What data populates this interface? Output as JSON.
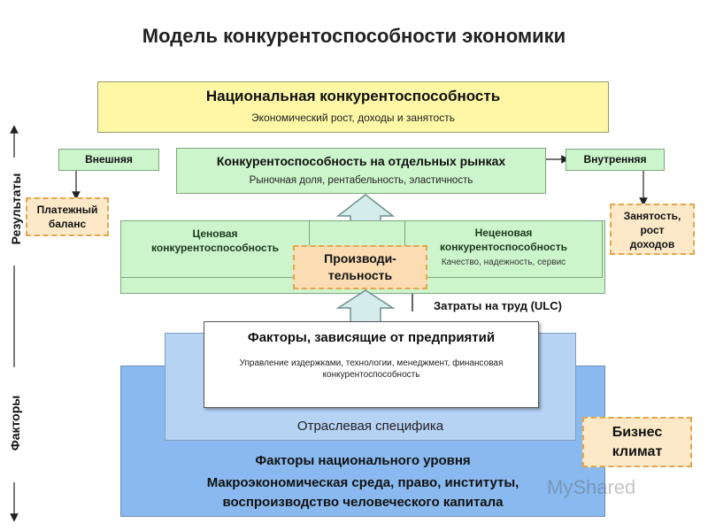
{
  "title": "Модель конкурентоспособности экономики",
  "national": {
    "title": "Национальная конкурентоспособность",
    "subtitle": "Экономический рост, доходы и занятость"
  },
  "markets": {
    "title": "Конкурентоспособность на отдельных рынках",
    "subtitle": "Рыночная доля, рентабельность, эластичность"
  },
  "external": {
    "label": "Внешняя"
  },
  "internal": {
    "label": "Внутренняя"
  },
  "balance": {
    "label": "Платежный баланс"
  },
  "employment": {
    "label": "Занятость, рост доходов"
  },
  "price": {
    "label": "Ценовая конкурентоспособность"
  },
  "nonprice": {
    "label": "Неценовая конкурентоспособность",
    "subtitle": "Качество, надежность, сервис"
  },
  "productivity": {
    "label": "Производи-тельность"
  },
  "ulc": {
    "label": "Затраты на труд (ULC)"
  },
  "enterprise": {
    "title": "Факторы, зависящие от предприятий",
    "subtitle": "Управление издержками, технологии, менеджмент, финансовая конкурентоспособность"
  },
  "industry": {
    "label": "Отраслевая специфика"
  },
  "nationalFactors": {
    "title": "Факторы национального уровня",
    "line1": "Макроэкономическая среда, право, институты,",
    "line2": "воспроизводство человеческого капитала"
  },
  "business": {
    "label": "Бизнес климат"
  },
  "side": {
    "results": "Результаты",
    "factors": "Факторы"
  },
  "watermark": "MyShared",
  "colors": {
    "yellow": "#fdf7a6",
    "green": "#ccf5cc",
    "orange_border": "#e3a64c",
    "blue_dark": "#89b9ef",
    "blue_light": "#b6d3f4"
  }
}
